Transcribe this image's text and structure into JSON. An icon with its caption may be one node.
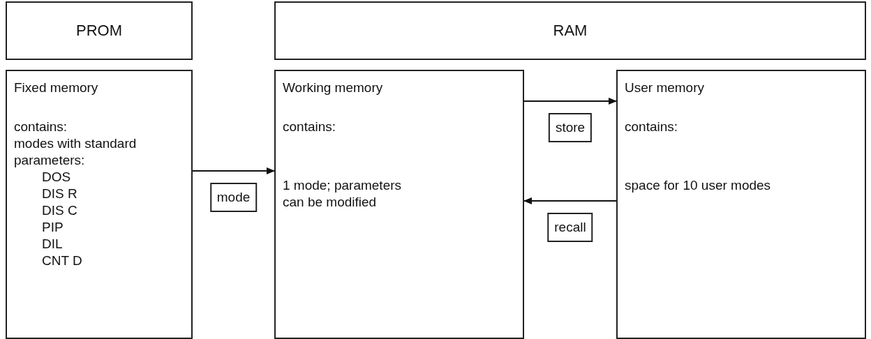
{
  "diagram": {
    "nodes": [
      {
        "text": [
          "PROM"
        ]
      },
      {
        "text": [
          "Fixed memory",
          "contains:",
          "modes with standard parameters:",
          "DOS",
          "DIS R",
          "DIS C",
          "PIP",
          "DIL",
          "CNT D"
        ]
      },
      {
        "text": [
          "RAM"
        ]
      },
      {
        "text": [
          "Working memory",
          "contains:",
          "1 mode; parameters can be modified"
        ]
      },
      {
        "text": [
          "User memory",
          "contains:",
          "space for 10 user modes"
        ]
      }
    ],
    "edges": [
      {
        "from": 1,
        "to": 3,
        "arrow": "to",
        "label": "mode"
      },
      {
        "from": 3,
        "to": 4,
        "arrow": "to",
        "label": "store"
      },
      {
        "from": 4,
        "to": 3,
        "arrow": "to",
        "label": "recall"
      }
    ]
  }
}
